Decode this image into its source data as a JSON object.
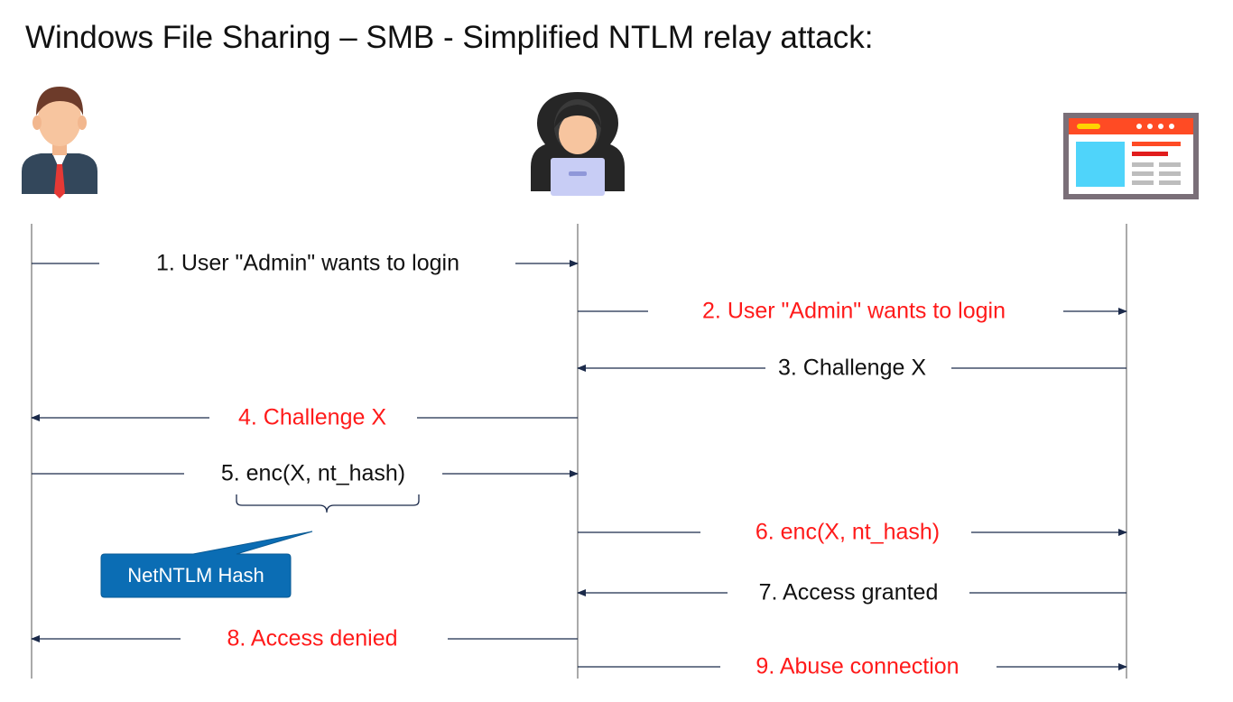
{
  "title": "Windows File Sharing – SMB - Simplified NTLM relay attack:",
  "actors": {
    "victim": {
      "icon": "business-user-icon"
    },
    "attacker": {
      "icon": "hooded-hacker-icon"
    },
    "server": {
      "icon": "web-server-window-icon"
    }
  },
  "colors": {
    "normal": "#111111",
    "attacker": "#ff1a1a",
    "arrow": "#1b2a4a",
    "callout": "#0b6db4"
  },
  "messages": [
    {
      "text": "1. User \"Admin\" wants to login",
      "from": "victim",
      "to": "attacker",
      "relayed": false
    },
    {
      "text": "2. User \"Admin\" wants to login",
      "from": "attacker",
      "to": "server",
      "relayed": true
    },
    {
      "text": "3. Challenge X",
      "from": "server",
      "to": "attacker",
      "relayed": false
    },
    {
      "text": "4. Challenge X",
      "from": "attacker",
      "to": "victim",
      "relayed": true
    },
    {
      "text": "5. enc(X, nt_hash)",
      "from": "victim",
      "to": "attacker",
      "relayed": false
    },
    {
      "text": "6. enc(X, nt_hash)",
      "from": "attacker",
      "to": "server",
      "relayed": true
    },
    {
      "text": "7. Access granted",
      "from": "server",
      "to": "attacker",
      "relayed": false
    },
    {
      "text": "8. Access denied",
      "from": "attacker",
      "to": "victim",
      "relayed": true
    },
    {
      "text": "9. Abuse connection",
      "from": "attacker",
      "to": "server",
      "relayed": true
    }
  ],
  "callout": {
    "text": "NetNTLM Hash"
  }
}
